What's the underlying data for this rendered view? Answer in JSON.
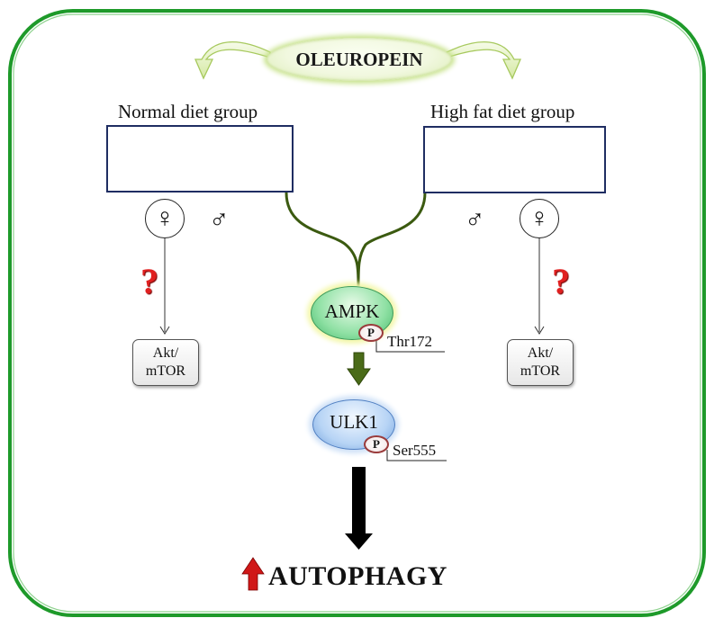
{
  "title": "OLEUROPEIN",
  "groups": {
    "left_label": "Normal diet group",
    "right_label": "High fat diet group"
  },
  "symbols": {
    "female": "♀",
    "male": "♂",
    "question": "?"
  },
  "akt_box": {
    "line1": "Akt/",
    "line2": "mTOR"
  },
  "ampk": {
    "label": "AMPK",
    "phospho": "P",
    "site": "Thr172"
  },
  "ulk1": {
    "label": "ULK1",
    "phospho": "P",
    "site": "Ser555"
  },
  "outcome": "AUTOPHAGY",
  "colors": {
    "frame_green": "#1e9a2a",
    "branch_olive": "#3b5a10",
    "arrow_black": "#000000",
    "up_arrow_red": "#d01818",
    "question_red": "#e02020",
    "box_navy": "#1f2d62"
  }
}
